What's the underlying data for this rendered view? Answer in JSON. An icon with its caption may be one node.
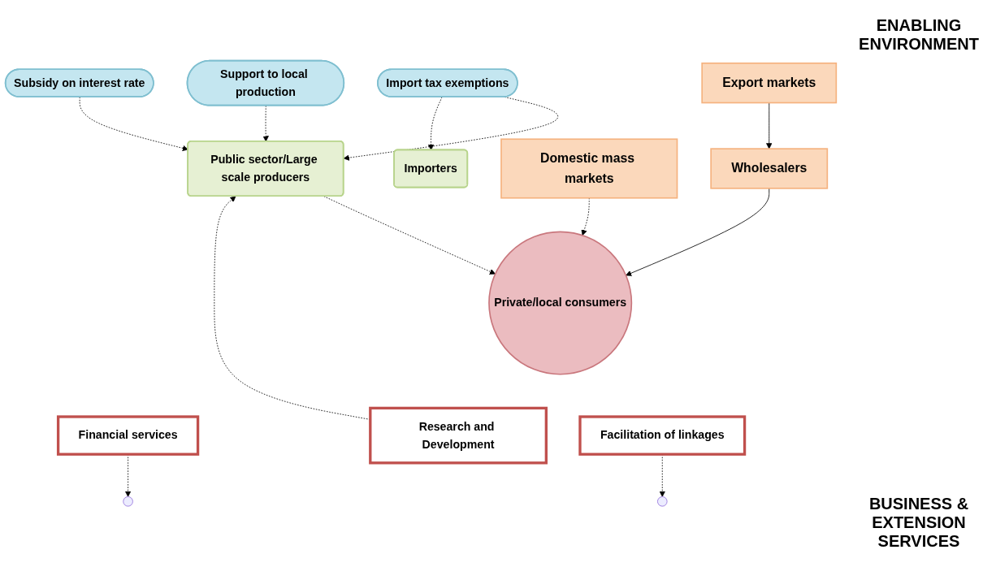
{
  "diagram": {
    "nodes": [
      {
        "text": [
          "Support to local production"
        ]
      },
      {
        "text": [
          "Import tax exemptions"
        ]
      },
      {
        "text": [
          "Subsidy on interest rate"
        ]
      },
      {
        "text": [
          "Export markets"
        ]
      },
      {
        "text": [
          "Wholesalers"
        ]
      },
      {
        "text": [
          "Public sector/Large scale producers"
        ]
      },
      {
        "text": [
          "Domestic mass markets"
        ]
      },
      {
        "text": [
          "Private/local consumers"
        ]
      },
      {
        "text": [
          "Importers"
        ]
      },
      {
        "text": [
          "Facilitation of linkages"
        ]
      },
      {
        "text": [
          "Research and Development"
        ]
      },
      {
        "text": [
          "Financial services"
        ]
      }
    ],
    "edges": [
      {
        "from": 0,
        "to": 5,
        "arrow": "to",
        "style": "dashed"
      },
      {
        "from": 1,
        "to": 5,
        "arrow": "to",
        "style": "dashed"
      },
      {
        "from": 1,
        "to": 8,
        "arrow": "to",
        "style": "dashed"
      },
      {
        "from": 2,
        "to": 5,
        "arrow": "to",
        "style": "dashed"
      },
      {
        "from": 3,
        "to": 4,
        "arrow": "to"
      },
      {
        "from": 4,
        "to": 7,
        "arrow": "to"
      },
      {
        "from": 5,
        "to": 7,
        "arrow": "to",
        "style": "dashed"
      },
      {
        "from": 6,
        "to": 7,
        "arrow": "to",
        "style": "dashed"
      },
      {
        "from": 10,
        "to": 5,
        "arrow": "to",
        "style": "dashed"
      },
      {
        "from": 9,
        "to": null,
        "arrow": "to",
        "style": "dashed"
      },
      {
        "from": 11,
        "to": null,
        "arrow": "to",
        "style": "dashed"
      }
    ],
    "labels": [
      "ENABLING ENVIRONMENT",
      "BUSINESS & EXTENSION SERVICES"
    ]
  }
}
